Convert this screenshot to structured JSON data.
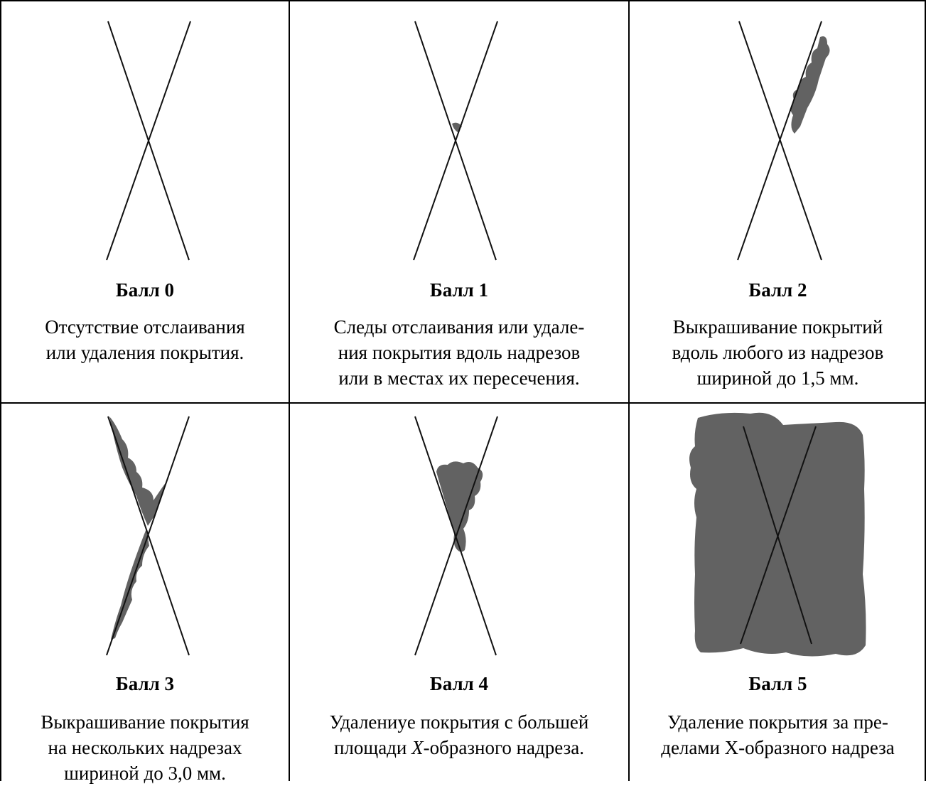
{
  "cells": [
    {
      "title": "Балл 0",
      "lines": [
        "Отсутствие отслаивания",
        "или удаления покрытия."
      ]
    },
    {
      "title": "Балл 1",
      "lines": [
        "Следы отслаивания или удале-",
        "ния покрытия вдоль надрезов",
        "или в местах их пересечения."
      ]
    },
    {
      "title": "Балл 2",
      "lines": [
        "Выкрашивание покрытий",
        "вдоль любого из надрезов",
        "шириной до 1,5 мм."
      ]
    },
    {
      "title": "Балл 3",
      "lines": [
        "Выкрашивание покрытия",
        "на нескольких надрезах",
        "шириной до 3,0 мм."
      ]
    },
    {
      "title": "Балл 4",
      "lines": [
        "Удалениye покрытия с большей",
        "площади ",
        "-образного надреза."
      ],
      "italic_letter": "X"
    },
    {
      "title": "Балл 5",
      "lines": [
        "Удаление покрытия за пре-",
        "делами X-образного надреза"
      ]
    }
  ],
  "colors": {
    "border": "#000000",
    "cut": "#111111",
    "peel": "#626262"
  }
}
